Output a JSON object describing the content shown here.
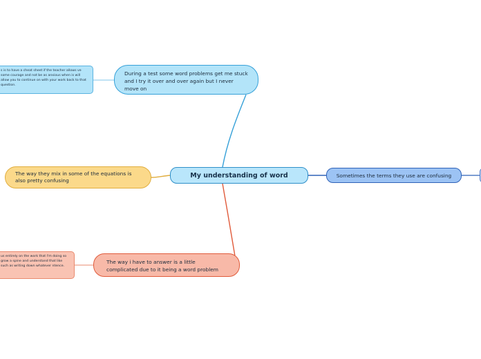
{
  "mindmap": {
    "central": {
      "text": "My understanding of word problems."
    },
    "branches": {
      "top": {
        "text": "During a test some word problems get me stuck and I try it over and over again but I never move on",
        "subtopic": {
          "text": "s is to have a cheat sheet if the teacher allows ve some courage and not be as anxious when is will allow you to continue on with your work back to that question."
        }
      },
      "left": {
        "text": "The way they mix in some of the equations is also pretty confusing"
      },
      "right": {
        "text": "Sometimes the terms they use are confusing",
        "subtopic": {
          "text": ""
        }
      },
      "bottom": {
        "text": "The way i have to answer is a little complicated due to it being a word problem",
        "subtopic": {
          "text": "us entirely on the work that I'm doing so grow a spine and understand that like such as writing down whatever ntence."
        }
      }
    },
    "colors": {
      "top": "#35a0d8",
      "left": "#e0ad3e",
      "right": "#2f62b7",
      "bottom": "#e05a3a",
      "central": "#2e8fc9"
    }
  }
}
